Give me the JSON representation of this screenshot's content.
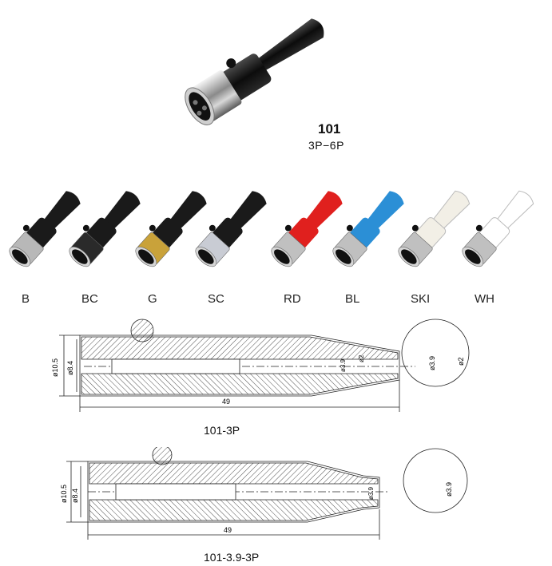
{
  "product": {
    "model": "101",
    "pins": "3P−6P"
  },
  "variants": [
    {
      "code": "B",
      "color": "#1a1a1a",
      "ring": "#b8b8b8"
    },
    {
      "code": "BC",
      "color": "#1a1a1a",
      "ring": "#2a2a2a"
    },
    {
      "code": "G",
      "color": "#1a1a1a",
      "ring": "#c9a23a"
    },
    {
      "code": "SC",
      "color": "#1a1a1a",
      "ring": "#c9ccd4"
    },
    {
      "code": "RD",
      "color": "#e0201e",
      "ring": "#c0c0c0"
    },
    {
      "code": "BL",
      "color": "#2b8fd6",
      "ring": "#c0c0c0"
    },
    {
      "code": "SKI",
      "color": "#f2efe6",
      "ring": "#c0c0c0"
    },
    {
      "code": "WH",
      "color": "#ffffff",
      "ring": "#c0c0c0"
    }
  ],
  "drawings": [
    {
      "caption": "101-3P",
      "dims": {
        "outer": "ø10.5",
        "inner": "ø8.4",
        "length": "49",
        "tip": "ø3.9",
        "pin": "ø2"
      },
      "detail": {
        "a": "ø3.9",
        "b": "ø2"
      }
    },
    {
      "caption": "101-3.9-3P",
      "dims": {
        "outer": "ø10.5",
        "inner": "ø8.4",
        "length": "49",
        "tip": "ø3.9"
      },
      "detail": {
        "a": "ø3.9"
      }
    }
  ]
}
